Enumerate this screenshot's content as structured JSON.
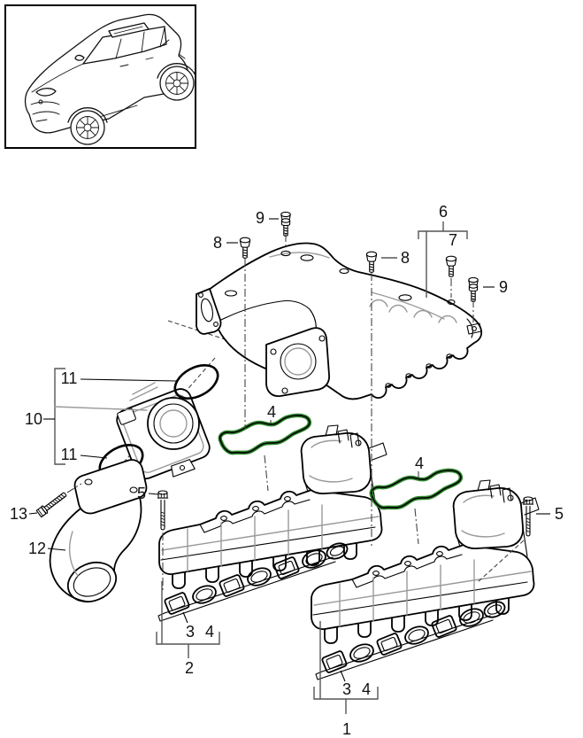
{
  "diagram": {
    "title_hint": "exploded-parts-diagram-intake-manifold",
    "vehicle_thumbnail": "porsche-cayenne-suv-line-art",
    "callouts": {
      "n1": "1",
      "n2": "2",
      "n3": "3",
      "n4": "4",
      "n5": "5",
      "n6": "6",
      "n7": "7",
      "n8": "8",
      "n9": "9",
      "n10": "10",
      "n11": "11",
      "n12": "12",
      "n13": "13"
    },
    "colors": {
      "line": "#000000",
      "detail_gray": "#9a9a9a",
      "gasket_green": "#2f8b2f",
      "background": "#ffffff"
    }
  }
}
